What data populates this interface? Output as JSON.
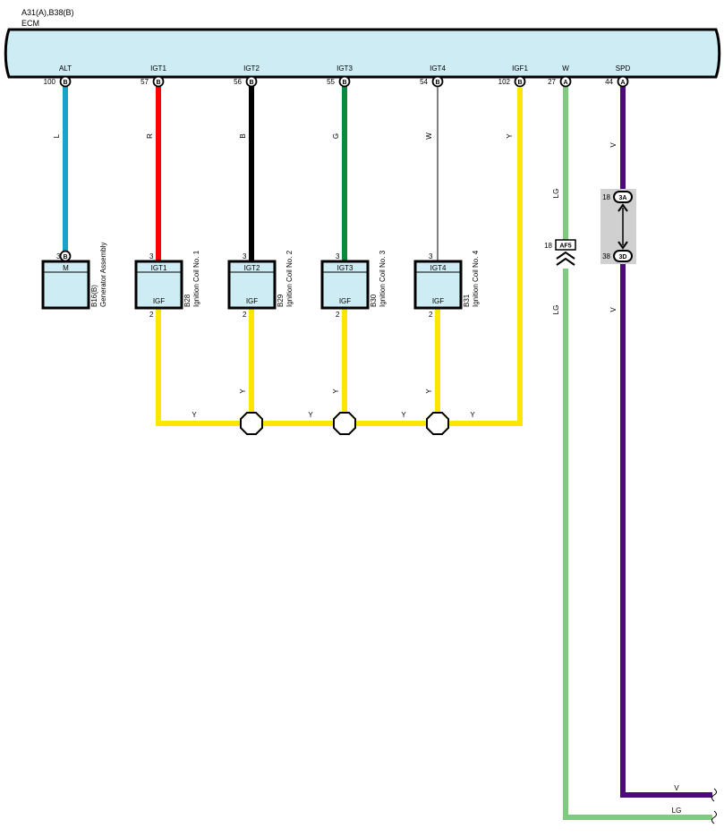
{
  "header": {
    "connector_ref": "A31(A),B38(B)",
    "component": "ECM"
  },
  "ecm_pins": [
    {
      "signal": "ALT",
      "number": "100",
      "connector": "B"
    },
    {
      "signal": "IGT1",
      "number": "57",
      "connector": "B"
    },
    {
      "signal": "IGT2",
      "number": "56",
      "connector": "B"
    },
    {
      "signal": "IGT3",
      "number": "55",
      "connector": "B"
    },
    {
      "signal": "IGT4",
      "number": "54",
      "connector": "B"
    },
    {
      "signal": "IGF1",
      "number": "102",
      "connector": "B"
    },
    {
      "signal": "W",
      "number": "27",
      "connector": "A"
    },
    {
      "signal": "SPD",
      "number": "44",
      "connector": "A"
    }
  ],
  "wires": [
    {
      "code": "L",
      "color": "#1aa3c8"
    },
    {
      "code": "R",
      "color": "#ff0000"
    },
    {
      "code": "B",
      "color": "#000000"
    },
    {
      "code": "G",
      "color": "#0a8a3c"
    },
    {
      "code": "W",
      "color": "#000000"
    },
    {
      "code": "Y",
      "color": "#ffe600"
    },
    {
      "code": "LG",
      "color": "#7fca7f"
    },
    {
      "code": "V",
      "color": "#4b0a78"
    }
  ],
  "components": [
    {
      "ref": "B16(B)",
      "name": "Generator Assembly",
      "top_label": "M",
      "bottom_label": "",
      "pin_top": "3",
      "pin_top_connector": "B",
      "pin_bottom": ""
    },
    {
      "ref": "B28",
      "name": "Ignition Coil No. 1",
      "top_label": "IGT1",
      "bottom_label": "IGF",
      "pin_top": "3",
      "pin_top_connector": "",
      "pin_bottom": "2"
    },
    {
      "ref": "B29",
      "name": "Ignition Coil No. 2",
      "top_label": "IGT2",
      "bottom_label": "IGF",
      "pin_top": "3",
      "pin_top_connector": "",
      "pin_bottom": "2"
    },
    {
      "ref": "B30",
      "name": "Ignition Coil No. 3",
      "top_label": "IGT3",
      "bottom_label": "IGF",
      "pin_top": "3",
      "pin_top_connector": "",
      "pin_bottom": "2"
    },
    {
      "ref": "B31",
      "name": "Ignition Coil No. 4",
      "top_label": "IGT4",
      "bottom_label": "IGF",
      "pin_top": "3",
      "pin_top_connector": "",
      "pin_bottom": "2"
    }
  ],
  "igf_bus_labels": [
    "Y",
    "Y",
    "Y",
    "Y"
  ],
  "igf_branch_labels": [
    "Y",
    "Y",
    "Y"
  ],
  "lg_connector": {
    "pin": "18",
    "name": "AF5"
  },
  "junction": {
    "top_pin": "18",
    "top_name": "3A",
    "bottom_pin": "38",
    "bottom_name": "3D"
  },
  "outputs": [
    {
      "code": "V"
    },
    {
      "code": "LG"
    }
  ]
}
